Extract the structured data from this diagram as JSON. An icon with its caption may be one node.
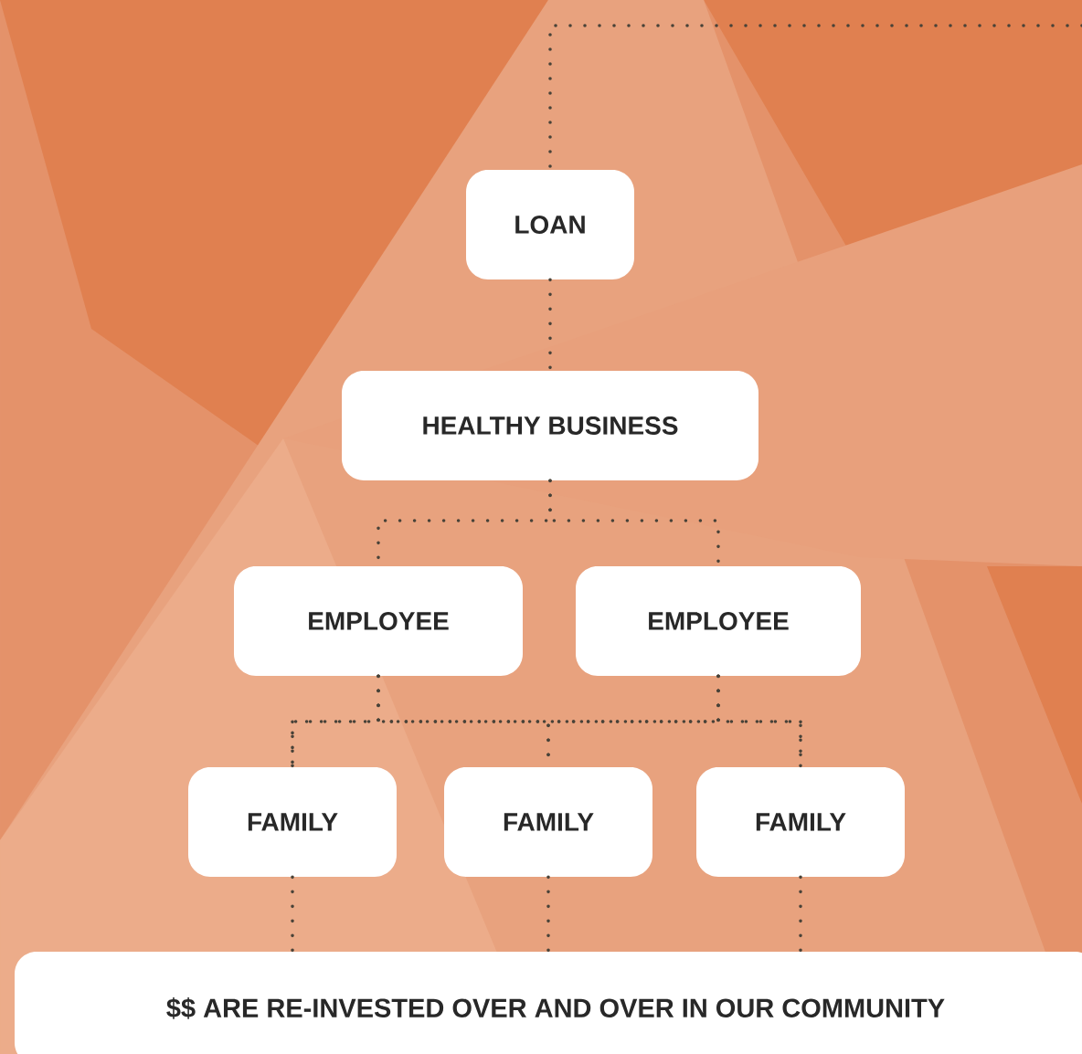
{
  "diagram": {
    "nodes": [
      {
        "text": [
          "LOAN"
        ]
      },
      {
        "text": [
          "HEALTHY BUSINESS"
        ]
      },
      {
        "text": [
          "EMPLOYEE"
        ]
      },
      {
        "text": [
          "EMPLOYEE"
        ]
      },
      {
        "text": [
          "FAMILY"
        ]
      },
      {
        "text": [
          "FAMILY"
        ]
      },
      {
        "text": [
          "FAMILY"
        ]
      },
      {
        "text": [
          "$$ ARE RE-INVESTED OVER AND OVER IN OUR COMMUNITY"
        ]
      }
    ],
    "edges": [
      {
        "from": null,
        "to": 0,
        "arrow": "none"
      },
      {
        "from": 0,
        "to": 1,
        "arrow": "none"
      },
      {
        "from": 1,
        "to": 2,
        "arrow": "none"
      },
      {
        "from": 1,
        "to": 3,
        "arrow": "none"
      },
      {
        "from": 2,
        "to": 4,
        "arrow": "none"
      },
      {
        "from": 2,
        "to": 5,
        "arrow": "none"
      },
      {
        "from": 2,
        "to": 6,
        "arrow": "none"
      },
      {
        "from": 3,
        "to": 4,
        "arrow": "none"
      },
      {
        "from": 3,
        "to": 5,
        "arrow": "none"
      },
      {
        "from": 3,
        "to": 6,
        "arrow": "none"
      },
      {
        "from": 4,
        "to": 7,
        "arrow": "none"
      },
      {
        "from": 5,
        "to": 7,
        "arrow": "none"
      },
      {
        "from": 6,
        "to": 7,
        "arrow": "none"
      }
    ]
  }
}
